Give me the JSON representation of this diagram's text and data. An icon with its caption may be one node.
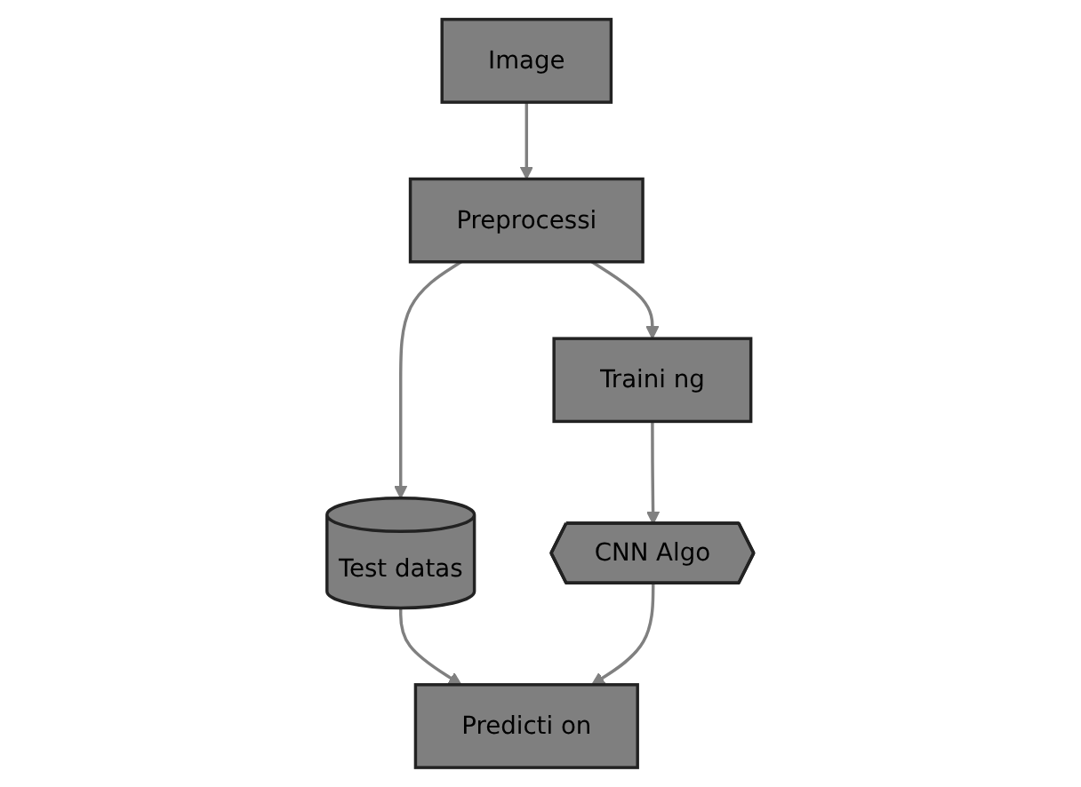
{
  "diagram": {
    "nodes": [
      {
        "text": [
          "Image"
        ]
      },
      {
        "text": [
          "Preprocessi"
        ]
      },
      {
        "text": [
          "Test datas"
        ]
      },
      {
        "text": [
          "Traini ng"
        ]
      },
      {
        "text": [
          "CNN Algo"
        ]
      },
      {
        "text": [
          "Predicti on"
        ]
      }
    ],
    "edges": [
      {
        "from": 0,
        "to": 1,
        "arrow": "to"
      },
      {
        "from": 1,
        "to": 2,
        "arrow": "to"
      },
      {
        "from": 2,
        "to": 5,
        "arrow": "to"
      },
      {
        "from": 1,
        "to": 3,
        "arrow": "to"
      },
      {
        "from": 3,
        "to": 4,
        "arrow": "to"
      },
      {
        "from": 4,
        "to": 5,
        "arrow": "to"
      }
    ]
  }
}
